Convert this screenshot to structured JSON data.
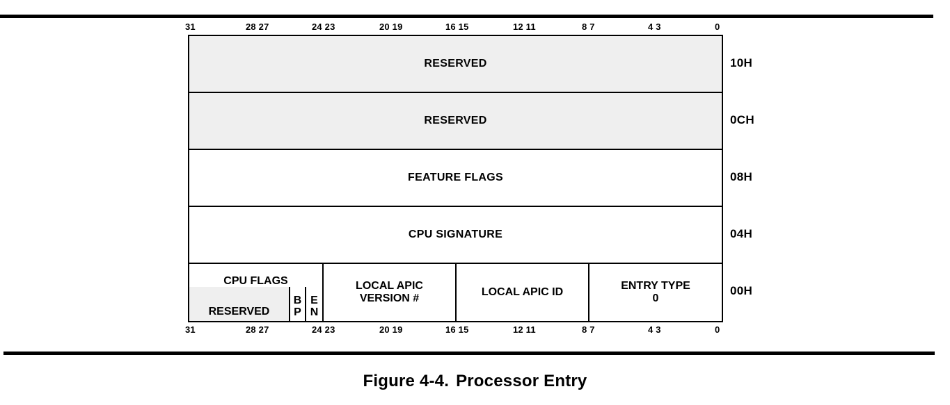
{
  "figure": {
    "caption_label": "Figure 4-4.",
    "caption_title": "Processor Entry"
  },
  "bit_ruler": {
    "ticks": [
      {
        "label": "31",
        "bit": 31
      },
      {
        "label": "28 27",
        "bit": 28
      },
      {
        "label": "24 23",
        "bit": 24
      },
      {
        "label": "20 19",
        "bit": 20
      },
      {
        "label": "16 15",
        "bit": 16
      },
      {
        "label": "12 11",
        "bit": 12
      },
      {
        "label": "8  7",
        "bit": 8
      },
      {
        "label": "4  3",
        "bit": 4
      },
      {
        "label": "0",
        "bit": 0
      }
    ]
  },
  "rows": [
    {
      "label": "RESERVED",
      "offset": "10H",
      "shaded": true
    },
    {
      "label": "RESERVED",
      "offset": "0CH",
      "shaded": true
    },
    {
      "label": "FEATURE FLAGS",
      "offset": "08H",
      "shaded": false
    },
    {
      "label": "CPU SIGNATURE",
      "offset": "04H",
      "shaded": false
    }
  ],
  "bottom_row": {
    "offset": "00H",
    "cpu_flags": {
      "title": "CPU FLAGS",
      "reserved_label": "RESERVED",
      "bit_bp_top": "B",
      "bit_bp_bottom": "P",
      "bit_en_top": "E",
      "bit_en_bottom": "N"
    },
    "local_apic_version_line1": "LOCAL APIC",
    "local_apic_version_line2": "VERSION #",
    "local_apic_id": "LOCAL APIC ID",
    "entry_type_line1": "ENTRY TYPE",
    "entry_type_line2": "0"
  },
  "colors": {
    "shade": "#efefef",
    "line": "#000000",
    "background": "#ffffff"
  }
}
